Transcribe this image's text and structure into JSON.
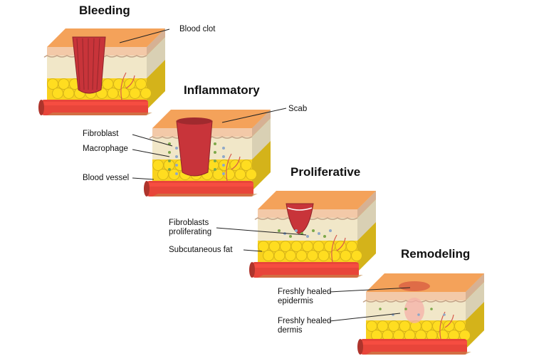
{
  "stages": {
    "bleeding": {
      "title": "Bleeding",
      "labels": {
        "blood_clot": "Blood clot"
      }
    },
    "inflammatory": {
      "title": "Inflammatory",
      "labels": {
        "scab": "Scab",
        "fibroblast": "Fibroblast",
        "macrophage": "Macrophage",
        "blood_vessel": "Blood vessel"
      }
    },
    "proliferative": {
      "title": "Proliferative",
      "labels": {
        "fibroblasts_line1": "Fibroblasts",
        "fibroblasts_line2": "proliferating",
        "subcutaneous_fat": "Subcutaneous fat"
      }
    },
    "remodeling": {
      "title": "Remodeling",
      "labels": {
        "epidermis_line1": "Freshly healed",
        "epidermis_line2": "epidermis",
        "dermis_line1": "Freshly healed",
        "dermis_line2": "dermis"
      }
    }
  },
  "colors": {
    "skin_top": "#f4a25a",
    "epidermis": "#f3c9a8",
    "dermis": "#f1e7c8",
    "fat": "#f9d21e",
    "vessel": "#e8453a",
    "clot": "#c8343a"
  }
}
